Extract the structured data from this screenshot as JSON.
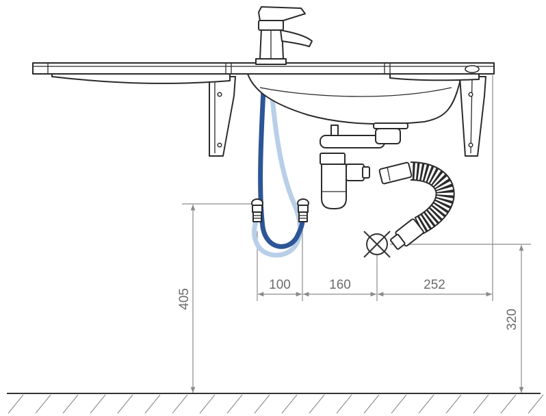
{
  "dimensions": {
    "width_100": "100",
    "width_160": "160",
    "width_252": "252",
    "height_405": "405",
    "height_320": "320"
  },
  "colors": {
    "hot_hose": "#2d5597",
    "cold_hose": "#b9cfe8",
    "outline": "#2a2a2a",
    "dimension_lines": "#8a8a8a"
  }
}
